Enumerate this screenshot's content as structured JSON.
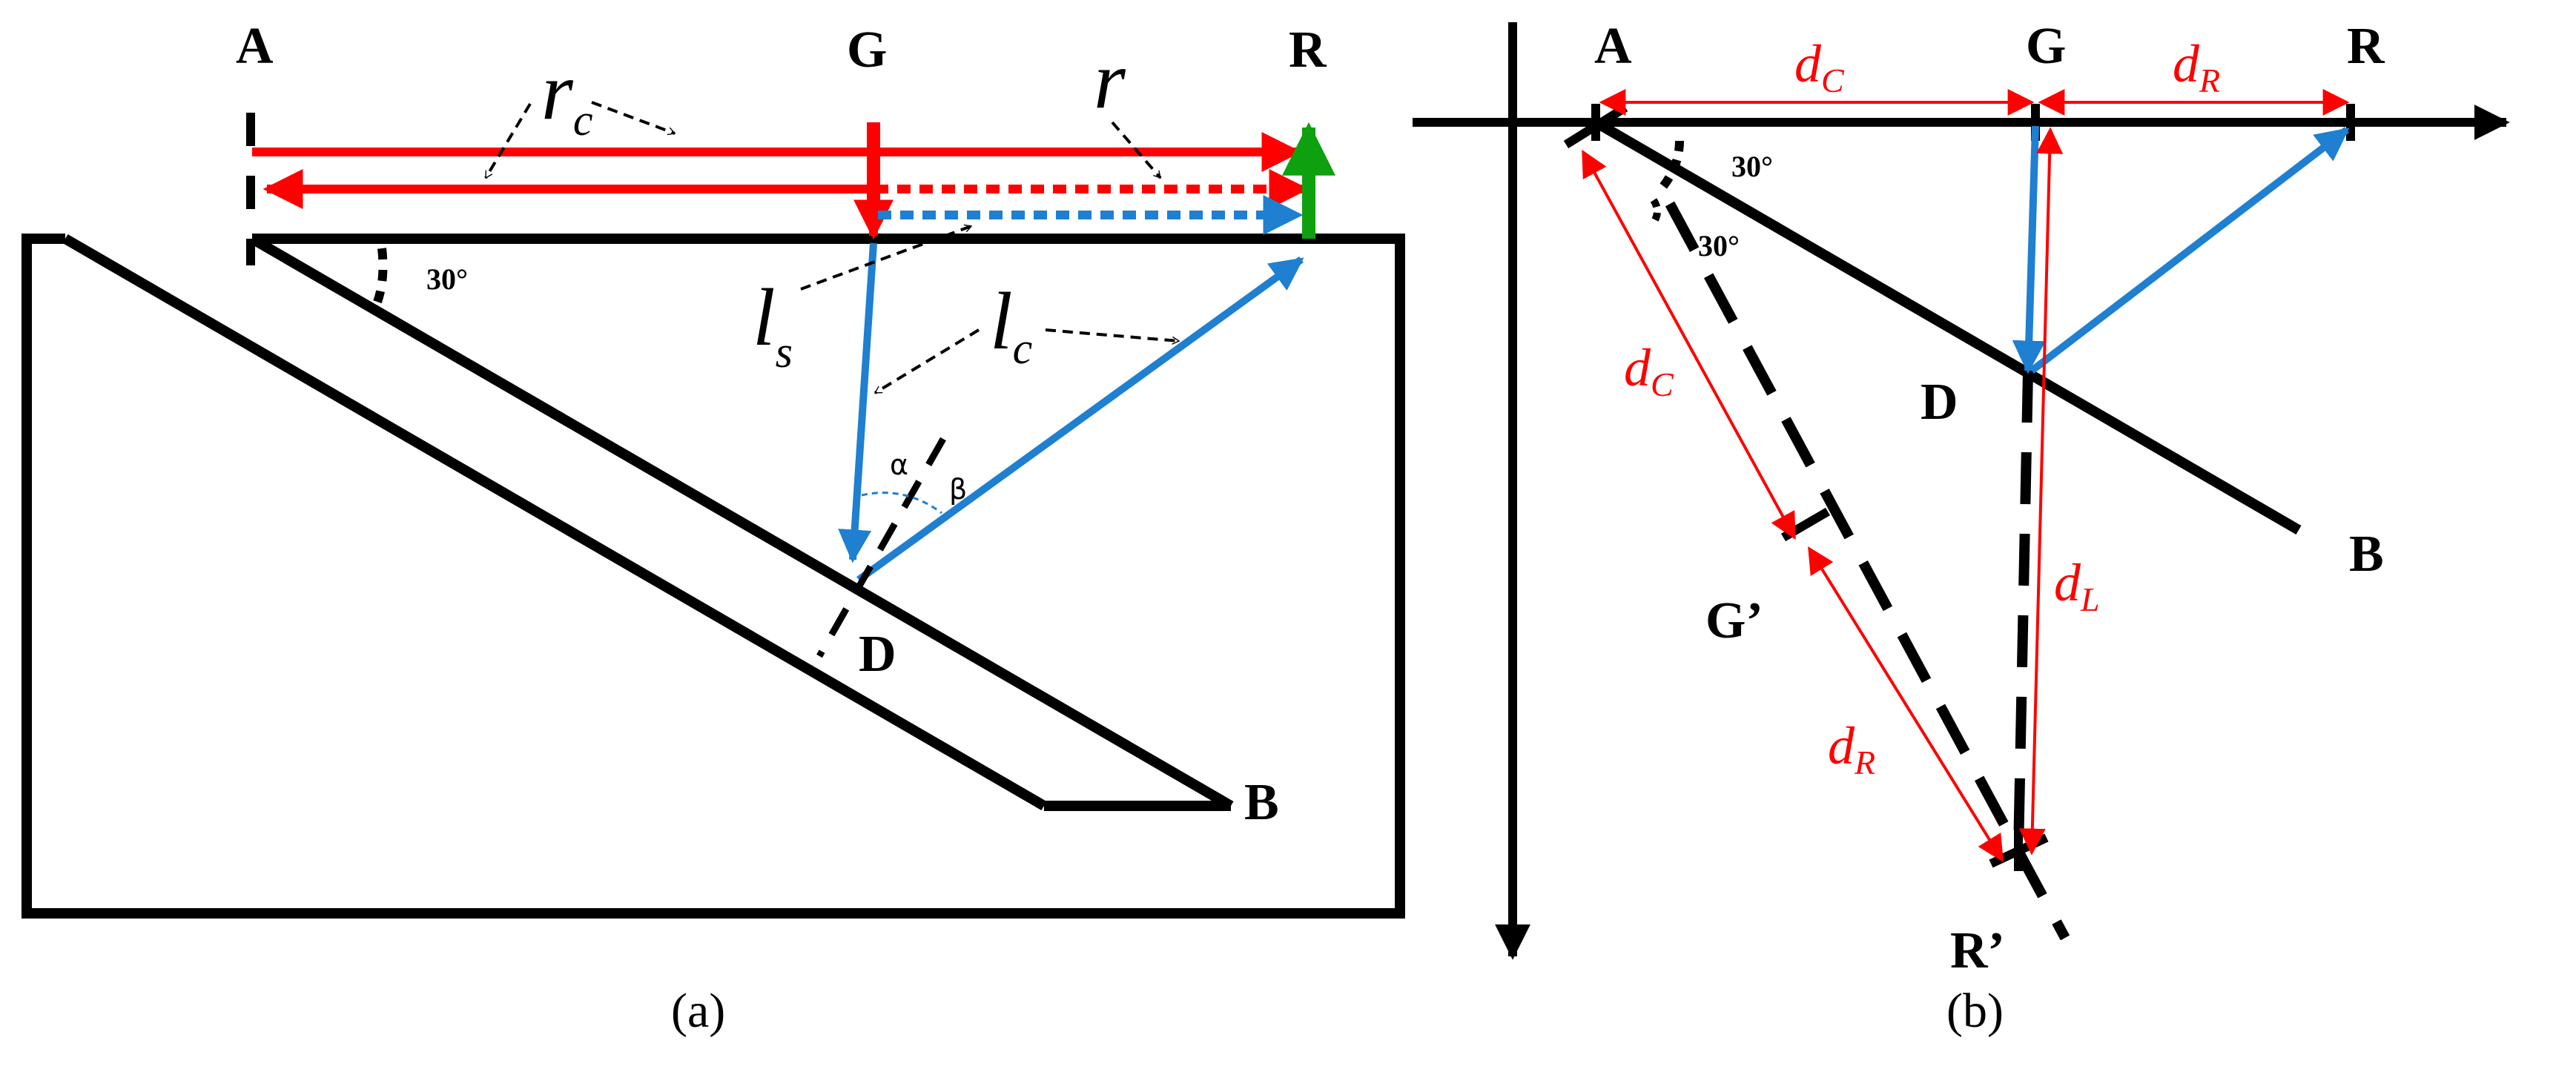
{
  "colors": {
    "red": "#ff0000",
    "blue": "#1f7fd0",
    "green": "#0fa00f",
    "black": "#000000"
  },
  "panel_a": {
    "points": {
      "A": "A",
      "G": "G",
      "R": "R",
      "D": "D",
      "B": "B"
    },
    "angle": "30°",
    "symbols": {
      "rc": {
        "base": "r",
        "sub": "c"
      },
      "r": {
        "base": "r"
      },
      "ls": {
        "base": "l",
        "sub": "s"
      },
      "lc": {
        "base": "l",
        "sub": "c"
      }
    },
    "greek": {
      "alpha": "α",
      "beta": "β"
    },
    "caption": "(a)"
  },
  "panel_b": {
    "points": {
      "A": "A",
      "G": "G",
      "R": "R",
      "D": "D",
      "B": "B",
      "G_prime": "G’",
      "R_prime": "R’"
    },
    "angle_1": "30°",
    "angle_2": "30°",
    "distances": {
      "dC_top": {
        "base": "d",
        "sub": "C"
      },
      "dR_top": {
        "base": "d",
        "sub": "R"
      },
      "dC_diag": {
        "base": "d",
        "sub": "C"
      },
      "dR_diag": {
        "base": "d",
        "sub": "R"
      },
      "dL": {
        "base": "d",
        "sub": "L"
      }
    },
    "caption": "(b)"
  }
}
